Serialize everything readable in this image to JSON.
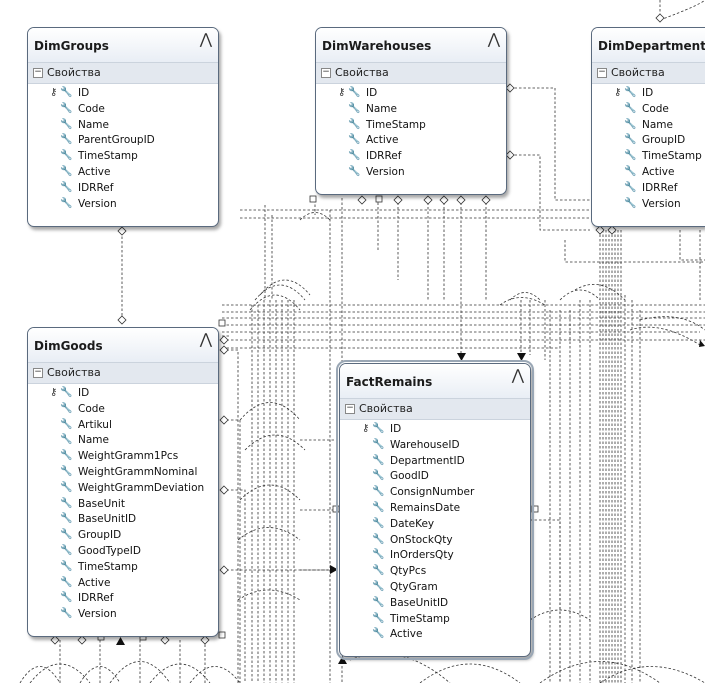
{
  "section_label": "Свойства",
  "collapse_glyph": "⋀",
  "tables": [
    {
      "id": "dimgroups",
      "name": "DimGroups",
      "fields": [
        "ID",
        "Code",
        "Name",
        "ParentGroupID",
        "TimeStamp",
        "Active",
        "IDRRef",
        "Version"
      ]
    },
    {
      "id": "dimwarehouses",
      "name": "DimWarehouses",
      "fields": [
        "ID",
        "Name",
        "TimeStamp",
        "Active",
        "IDRRef",
        "Version"
      ]
    },
    {
      "id": "dimdepartments",
      "name": "DimDepartments",
      "fields": [
        "ID",
        "Code",
        "Name",
        "GroupID",
        "TimeStamp",
        "Active",
        "IDRRef",
        "Version"
      ]
    },
    {
      "id": "dimgoods",
      "name": "DimGoods",
      "fields": [
        "ID",
        "Code",
        "Artikul",
        "Name",
        "WeightGramm1Pcs",
        "WeightGrammNominal",
        "WeightGrammDeviation",
        "BaseUnit",
        "BaseUnitID",
        "GroupID",
        "GoodTypeID",
        "TimeStamp",
        "Active",
        "IDRRef",
        "Version"
      ]
    },
    {
      "id": "factremains",
      "name": "FactRemains",
      "fields": [
        "ID",
        "WarehouseID",
        "DepartmentID",
        "GoodID",
        "ConsignNumber",
        "RemainsDate",
        "DateKey",
        "OnStockQty",
        "InOrdersQty",
        "QtyPcs",
        "QtyGram",
        "BaseUnitID",
        "TimeStamp",
        "Active"
      ]
    }
  ]
}
